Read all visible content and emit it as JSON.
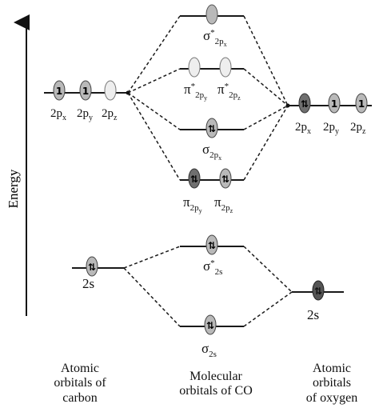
{
  "axis": {
    "label": "Energy"
  },
  "carbon": {
    "p_labels": [
      "2p",
      "2p",
      "2p"
    ],
    "p_subs": [
      "x",
      "y",
      "z"
    ],
    "p_electrons": [
      "1",
      "1",
      ""
    ],
    "s_label": "2s",
    "s_electrons": "⇅"
  },
  "oxygen": {
    "p_labels": [
      "2p",
      "2p",
      "2p"
    ],
    "p_subs": [
      "x",
      "y",
      "z"
    ],
    "p_electrons": [
      "⇅",
      "1",
      "1"
    ],
    "s_label": "2s",
    "s_electrons": "⇅"
  },
  "mo": {
    "sigma_star_2px": {
      "symbol": "σ",
      "star": "*",
      "sub": "2p",
      "subsub": "x",
      "electrons": ""
    },
    "pi_star": {
      "symbol": "π",
      "star": "*",
      "sub": "2p",
      "subsubs": [
        "y",
        "z"
      ],
      "electrons": [
        "",
        ""
      ]
    },
    "sigma_2px": {
      "symbol": "σ",
      "sub": "2p",
      "subsub": "x",
      "electrons": "⇅"
    },
    "pi": {
      "symbol": "π",
      "sub": "2p",
      "subsubs": [
        "y",
        "z"
      ],
      "electrons": [
        "⇅",
        "⇅"
      ]
    },
    "sigma_star_2s": {
      "symbol": "σ",
      "star": "*",
      "sub": "2s",
      "electrons": "⇅"
    },
    "sigma_2s": {
      "symbol": "σ",
      "sub": "2s",
      "electrons": "⇅"
    }
  },
  "columns": {
    "carbon": [
      "Atomic",
      "orbitals of",
      "carbon"
    ],
    "mo": [
      "Molecular",
      "orbitals of CO"
    ],
    "oxygen": [
      "Atomic",
      "orbitals",
      "of oxygen"
    ]
  },
  "colors": {
    "line": "#1a1a1a",
    "filled": "#6f6f6f",
    "half": "#b9b9b9",
    "empty": "#eeeeee",
    "text": "#111111"
  }
}
